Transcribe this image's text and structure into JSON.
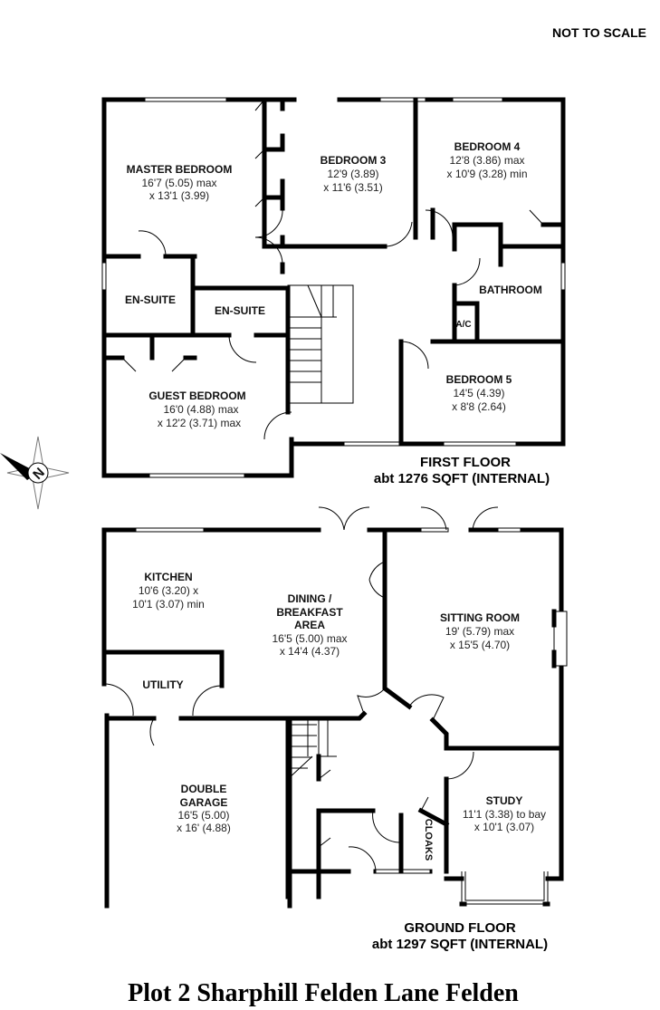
{
  "scale_note": "NOT TO SCALE",
  "compass": {
    "label": "N"
  },
  "first_floor": {
    "heading": "FIRST FLOOR",
    "area": "abt 1276 SQFT (INTERNAL)",
    "rooms": {
      "master": {
        "name": "MASTER BEDROOM",
        "dim1": "16'7 (5.05) max",
        "dim2": "x 13'1 (3.99)"
      },
      "bed3": {
        "name": "BEDROOM 3",
        "dim1": "12'9 (3.89)",
        "dim2": "x 11'6 (3.51)"
      },
      "bed4": {
        "name": "BEDROOM 4",
        "dim1": "12'8 (3.86) max",
        "dim2": "x 10'9 (3.28) min"
      },
      "ensuite1": {
        "name": "EN-SUITE"
      },
      "ensuite2": {
        "name": "EN-SUITE"
      },
      "bathroom": {
        "name": "BATHROOM"
      },
      "ac": {
        "name": "A/C"
      },
      "guest": {
        "name": "GUEST BEDROOM",
        "dim1": "16'0 (4.88) max",
        "dim2": "x 12'2 (3.71) max"
      },
      "bed5": {
        "name": "BEDROOM 5",
        "dim1": "14'5 (4.39)",
        "dim2": "x 8'8 (2.64)"
      }
    }
  },
  "ground_floor": {
    "heading": "GROUND FLOOR",
    "area": "abt 1297 SQFT (INTERNAL)",
    "rooms": {
      "kitchen": {
        "name": "KITCHEN",
        "dim1": "10'6 (3.20) x",
        "dim2": "10'1 (3.07) min"
      },
      "dining": {
        "name1": "DINING /",
        "name2": "BREAKFAST",
        "name3": "AREA",
        "dim1": "16'5 (5.00) max",
        "dim2": "x 14'4 (4.37)"
      },
      "sitting": {
        "name": "SITTING ROOM",
        "dim1": "19' (5.79) max",
        "dim2": "x 15'5 (4.70)"
      },
      "utility": {
        "name": "UTILITY"
      },
      "garage": {
        "name1": "DOUBLE",
        "name2": "GARAGE",
        "dim1": "16'5 (5.00)",
        "dim2": "x 16' (4.88)"
      },
      "study": {
        "name": "STUDY",
        "dim1": "11'1 (3.38) to bay",
        "dim2": "x 10'1 (3.07)"
      },
      "cloaks": {
        "name": "CLOAKS"
      }
    }
  },
  "title": "Plot 2 Sharphill  Felden Lane  Felden"
}
